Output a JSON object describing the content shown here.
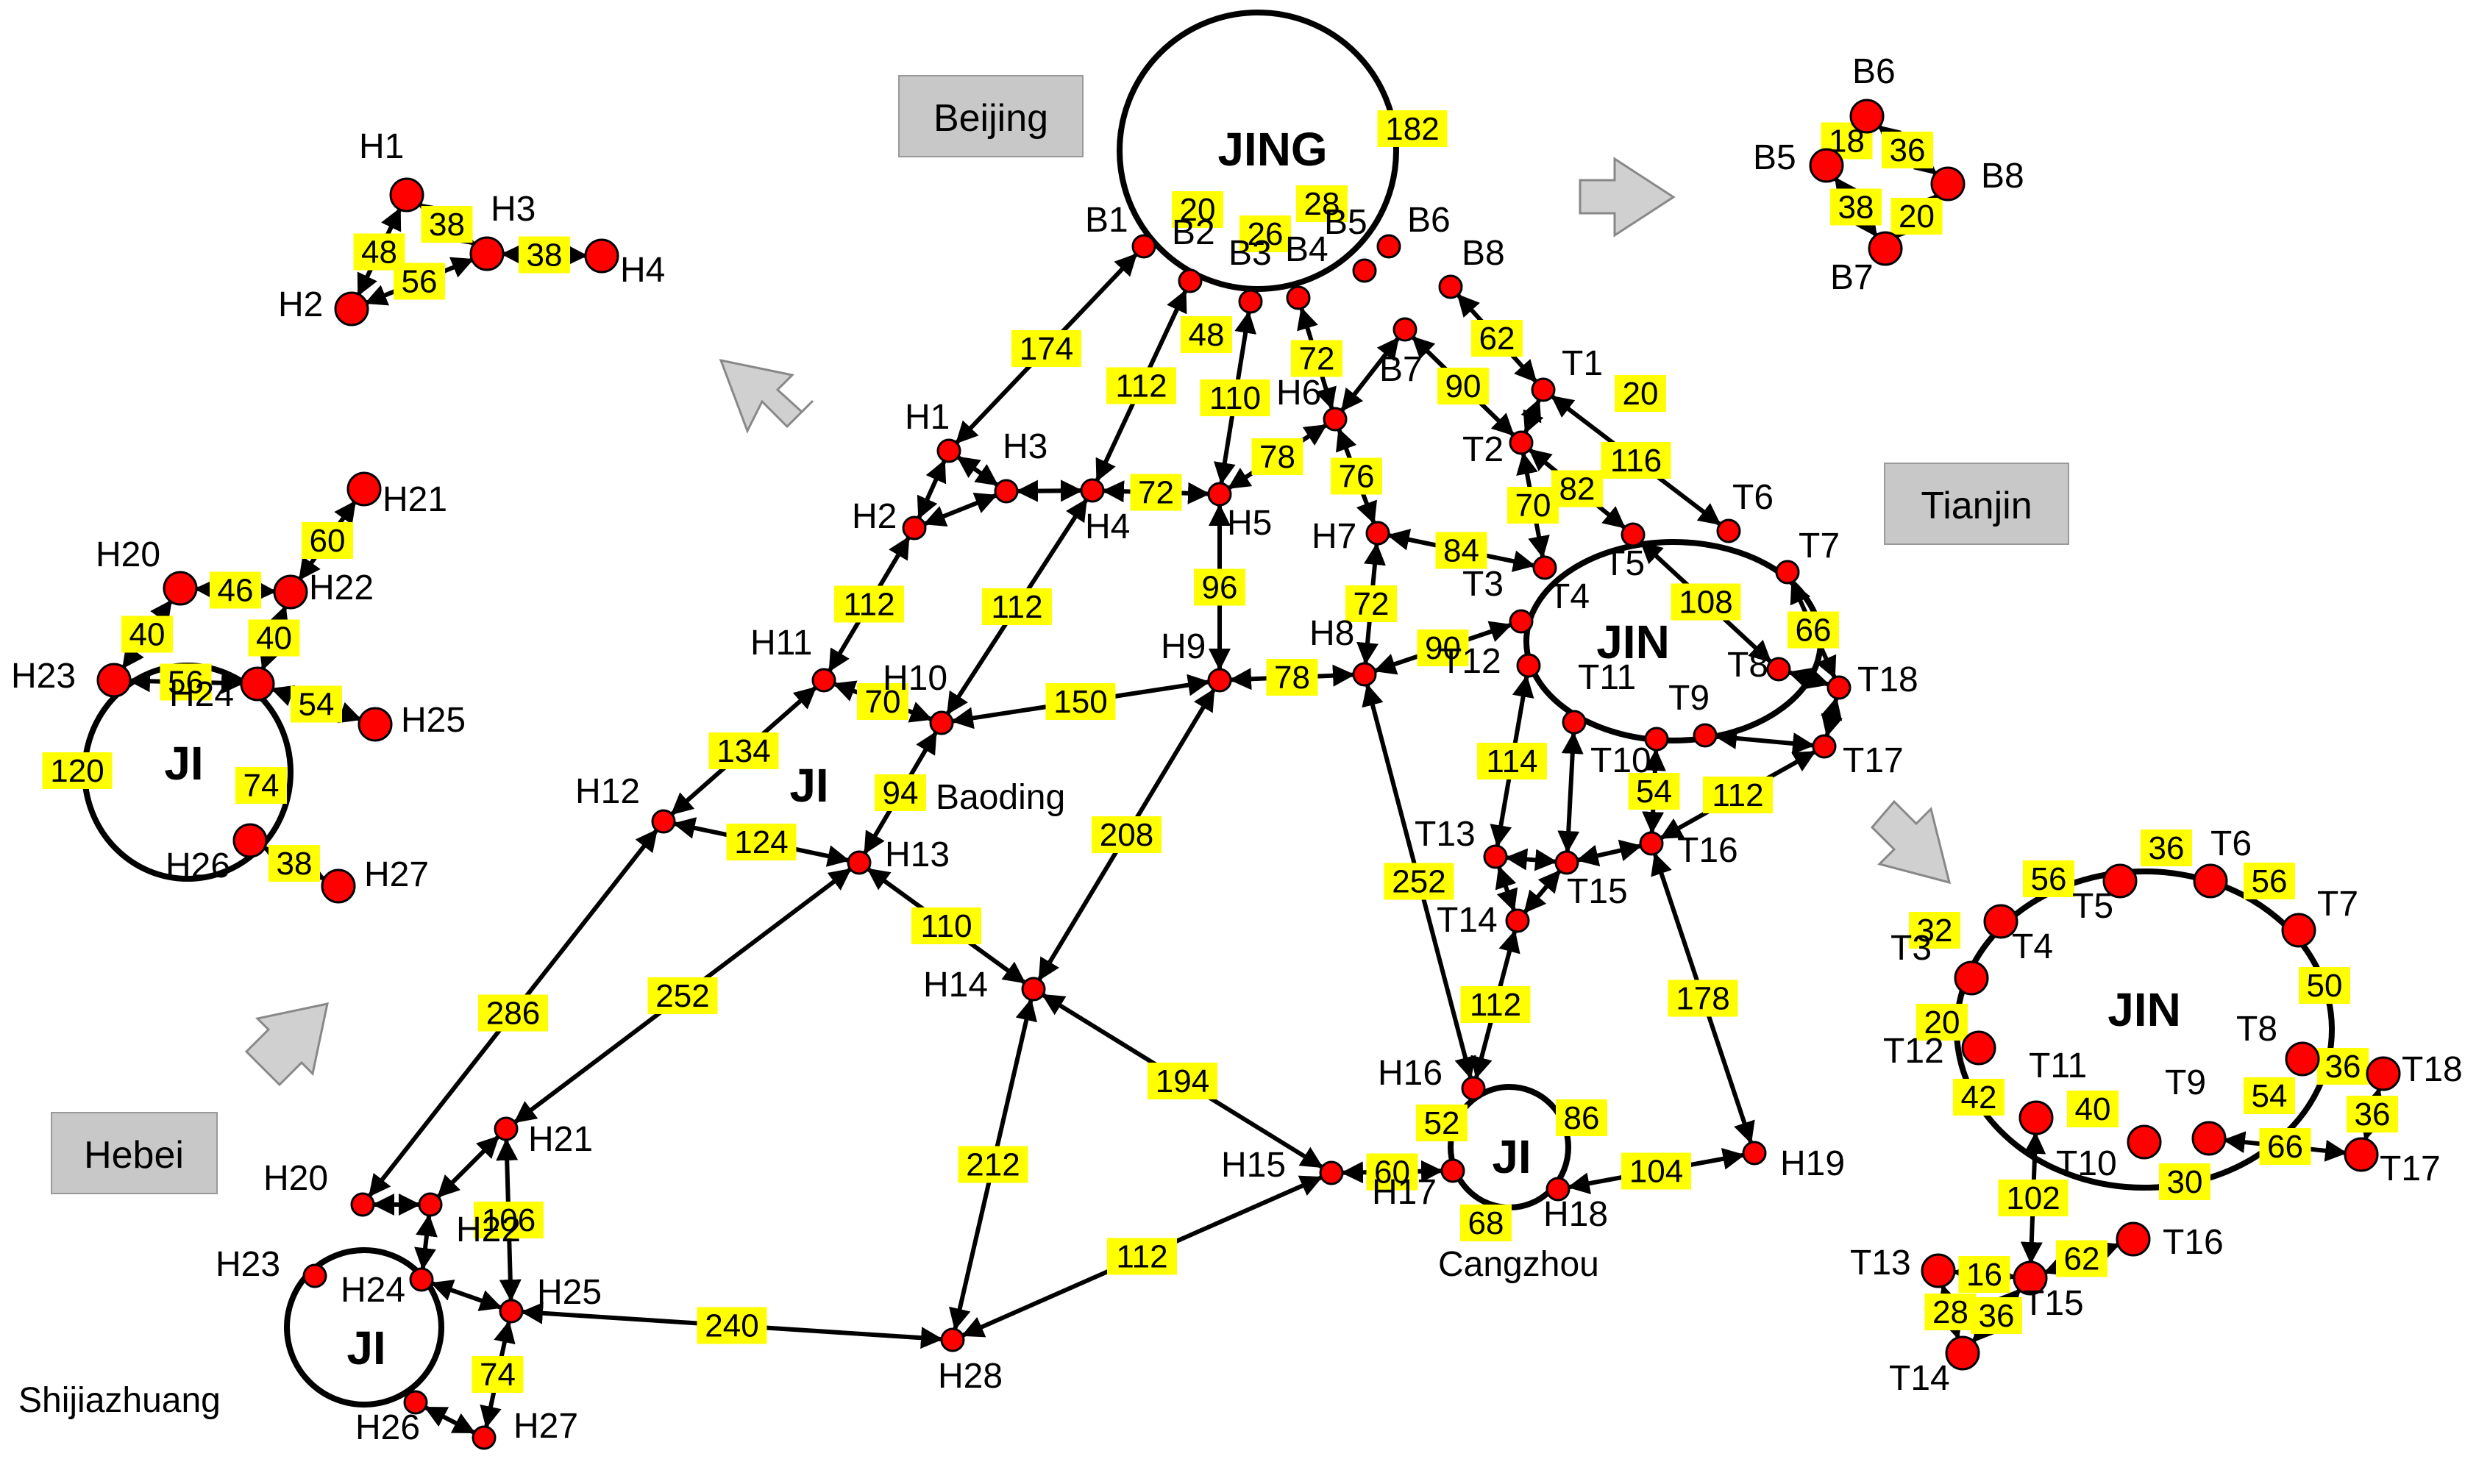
{
  "colors": {
    "node_fill": "#ff0000",
    "node_stroke": "#000000",
    "label_bg": "#ffff00",
    "region_box": "#c8c8c8",
    "arrow_fill": "#d0d0d0",
    "edge": "#000000"
  },
  "regions": [
    {
      "id": "beijing",
      "text": "Beijing"
    },
    {
      "id": "tianjin",
      "text": "Tianjin"
    },
    {
      "id": "hebei",
      "text": "Hebei"
    }
  ],
  "circle_labels": [
    {
      "id": "jing",
      "text": "JING"
    },
    {
      "id": "jin_main",
      "text": "JIN"
    },
    {
      "id": "ji_baoding",
      "text": "JI"
    },
    {
      "id": "ji_cangzhou",
      "text": "JI"
    },
    {
      "id": "ji_sjz",
      "text": "JI"
    },
    {
      "id": "ji_inset",
      "text": "JI"
    },
    {
      "id": "jin_inset",
      "text": "JIN"
    }
  ],
  "places": [
    {
      "id": "baoding",
      "text": "Baoding"
    },
    {
      "id": "cangzhou",
      "text": "Cangzhou"
    },
    {
      "id": "shijiazhuang",
      "text": "Shijiazhuang"
    }
  ],
  "nodes": [
    {
      "id": "B1",
      "label": "B1"
    },
    {
      "id": "B2",
      "label": "B2"
    },
    {
      "id": "B3",
      "label": "B3"
    },
    {
      "id": "B4",
      "label": "B4"
    },
    {
      "id": "B5",
      "label": "B5"
    },
    {
      "id": "B6",
      "label": "B6"
    },
    {
      "id": "B7",
      "label": "B7"
    },
    {
      "id": "B8",
      "label": "B8"
    },
    {
      "id": "H1",
      "label": "H1"
    },
    {
      "id": "H2",
      "label": "H2"
    },
    {
      "id": "H3",
      "label": "H3"
    },
    {
      "id": "H4",
      "label": "H4"
    },
    {
      "id": "H5",
      "label": "H5"
    },
    {
      "id": "H6",
      "label": "H6"
    },
    {
      "id": "H7",
      "label": "H7"
    },
    {
      "id": "H8",
      "label": "H8"
    },
    {
      "id": "H9",
      "label": "H9"
    },
    {
      "id": "H10",
      "label": "H10"
    },
    {
      "id": "H11",
      "label": "H11"
    },
    {
      "id": "H12",
      "label": "H12"
    },
    {
      "id": "H13",
      "label": "H13"
    },
    {
      "id": "H14",
      "label": "H14"
    },
    {
      "id": "H15",
      "label": "H15"
    },
    {
      "id": "H16",
      "label": "H16"
    },
    {
      "id": "H17",
      "label": "H17"
    },
    {
      "id": "H18",
      "label": "H18"
    },
    {
      "id": "H19",
      "label": "H19"
    },
    {
      "id": "H20",
      "label": "H20"
    },
    {
      "id": "H21",
      "label": "H21"
    },
    {
      "id": "H22",
      "label": "H22"
    },
    {
      "id": "H23",
      "label": "H23"
    },
    {
      "id": "H24",
      "label": "H24"
    },
    {
      "id": "H25",
      "label": "H25"
    },
    {
      "id": "H26",
      "label": "H26"
    },
    {
      "id": "H27",
      "label": "H27"
    },
    {
      "id": "H28",
      "label": "H28"
    },
    {
      "id": "T1",
      "label": "T1"
    },
    {
      "id": "T2",
      "label": "T2"
    },
    {
      "id": "T3",
      "label": "T3"
    },
    {
      "id": "T4",
      "label": "T4"
    },
    {
      "id": "T5",
      "label": "T5"
    },
    {
      "id": "T6",
      "label": "T6"
    },
    {
      "id": "T7",
      "label": "T7"
    },
    {
      "id": "T8",
      "label": "T8"
    },
    {
      "id": "T9",
      "label": "T9"
    },
    {
      "id": "T10",
      "label": "T10"
    },
    {
      "id": "T11",
      "label": "T11"
    },
    {
      "id": "T12",
      "label": "T12"
    },
    {
      "id": "T13",
      "label": "T13"
    },
    {
      "id": "T14",
      "label": "T14"
    },
    {
      "id": "T15",
      "label": "T15"
    },
    {
      "id": "T16",
      "label": "T16"
    },
    {
      "id": "T17",
      "label": "T17"
    },
    {
      "id": "T18",
      "label": "T18"
    },
    {
      "id": "iB5",
      "label": "B5"
    },
    {
      "id": "iB6",
      "label": "B6"
    },
    {
      "id": "iB7",
      "label": "B7"
    },
    {
      "id": "iB8",
      "label": "B8"
    },
    {
      "id": "iH1",
      "label": "H1"
    },
    {
      "id": "iH2",
      "label": "H2"
    },
    {
      "id": "iH3",
      "label": "H3"
    },
    {
      "id": "iH4",
      "label": "H4"
    },
    {
      "id": "iH20",
      "label": "H20"
    },
    {
      "id": "iH21",
      "label": "H21"
    },
    {
      "id": "iH22",
      "label": "H22"
    },
    {
      "id": "iH23",
      "label": "H23"
    },
    {
      "id": "iH24",
      "label": "H24"
    },
    {
      "id": "iH25",
      "label": "H25"
    },
    {
      "id": "iH26",
      "label": "H26"
    },
    {
      "id": "iH27",
      "label": "H27"
    },
    {
      "id": "iT3",
      "label": "T3"
    },
    {
      "id": "iT4",
      "label": "T4"
    },
    {
      "id": "iT5",
      "label": "T5"
    },
    {
      "id": "iT6",
      "label": "T6"
    },
    {
      "id": "iT7",
      "label": "T7"
    },
    {
      "id": "iT8",
      "label": "T8"
    },
    {
      "id": "iT9",
      "label": "T9"
    },
    {
      "id": "iT10",
      "label": "T10"
    },
    {
      "id": "iT11",
      "label": "T11"
    },
    {
      "id": "iT12",
      "label": "T12"
    },
    {
      "id": "iT13",
      "label": "T13"
    },
    {
      "id": "iT14",
      "label": "T14"
    },
    {
      "id": "iT15",
      "label": "T15"
    },
    {
      "id": "iT16",
      "label": "T16"
    },
    {
      "id": "iT17",
      "label": "T17"
    },
    {
      "id": "iT18",
      "label": "T18"
    }
  ],
  "edges": [
    {
      "from": "B1",
      "to": "H1",
      "weight": "174"
    },
    {
      "from": "B2",
      "to": "H4",
      "weight": "112"
    },
    {
      "from": "B3",
      "to": "H5",
      "weight": "110"
    },
    {
      "from": "B4",
      "to": "H6",
      "weight": "72"
    },
    {
      "from": "B7",
      "to": "H6",
      "weight": ""
    },
    {
      "from": "B8",
      "to": "T1",
      "weight": "62"
    },
    {
      "from": "B7",
      "to": "T2",
      "weight": "90"
    },
    {
      "from": "T1",
      "to": "T2",
      "weight": ""
    },
    {
      "from": "T1",
      "to": "T6",
      "weight": "116"
    },
    {
      "from": "T2",
      "to": "T4",
      "weight": "70"
    },
    {
      "from": "T2",
      "to": "T5",
      "weight": "82"
    },
    {
      "from": "H1",
      "to": "H2",
      "weight": ""
    },
    {
      "from": "H1",
      "to": "H3",
      "weight": ""
    },
    {
      "from": "H2",
      "to": "H3",
      "weight": ""
    },
    {
      "from": "H3",
      "to": "H4",
      "weight": ""
    },
    {
      "from": "H4",
      "to": "H5",
      "weight": "72"
    },
    {
      "from": "H5",
      "to": "H6",
      "weight": "78"
    },
    {
      "from": "H6",
      "to": "H7",
      "weight": "76"
    },
    {
      "from": "H7",
      "to": "T4",
      "weight": "84"
    },
    {
      "from": "H7",
      "to": "H8",
      "weight": "72"
    },
    {
      "from": "H8",
      "to": "T3",
      "weight": "90"
    },
    {
      "from": "H5",
      "to": "H9",
      "weight": "96"
    },
    {
      "from": "H9",
      "to": "H8",
      "weight": "78"
    },
    {
      "from": "H2",
      "to": "H11",
      "weight": "112"
    },
    {
      "from": "H4",
      "to": "H10",
      "weight": "112"
    },
    {
      "from": "H11",
      "to": "H10",
      "weight": "70"
    },
    {
      "from": "H10",
      "to": "H9",
      "weight": "150"
    },
    {
      "from": "H11",
      "to": "H12",
      "weight": "134"
    },
    {
      "from": "H10",
      "to": "H13",
      "weight": "94"
    },
    {
      "from": "H12",
      "to": "H13",
      "weight": "124"
    },
    {
      "from": "H13",
      "to": "H14",
      "weight": "110"
    },
    {
      "from": "H9",
      "to": "H14",
      "weight": "208"
    },
    {
      "from": "H8",
      "to": "H16",
      "weight": "252"
    },
    {
      "from": "H12",
      "to": "H20",
      "weight": "286"
    },
    {
      "from": "H13",
      "to": "H21",
      "weight": "252"
    },
    {
      "from": "H14",
      "to": "H15",
      "weight": "194"
    },
    {
      "from": "H14",
      "to": "H28",
      "weight": "212"
    },
    {
      "from": "H28",
      "to": "H15",
      "weight": "112"
    },
    {
      "from": "H25",
      "to": "H28",
      "weight": "240"
    },
    {
      "from": "H15",
      "to": "H17",
      "weight": "60"
    },
    {
      "from": "H18",
      "to": "H19",
      "weight": "104"
    },
    {
      "from": "H16",
      "to": "T14",
      "weight": "112"
    },
    {
      "from": "T12",
      "to": "T13",
      "weight": "114"
    },
    {
      "from": "T11",
      "to": "T15",
      "weight": ""
    },
    {
      "from": "T13",
      "to": "T14",
      "weight": ""
    },
    {
      "from": "T13",
      "to": "T15",
      "weight": ""
    },
    {
      "from": "T14",
      "to": "T15",
      "weight": ""
    },
    {
      "from": "T15",
      "to": "T16",
      "weight": ""
    },
    {
      "from": "T10",
      "to": "T16",
      "weight": "54"
    },
    {
      "from": "T16",
      "to": "T17",
      "weight": "112"
    },
    {
      "from": "T16",
      "to": "H19",
      "weight": "178"
    },
    {
      "from": "T5",
      "to": "T8",
      "weight": "108"
    },
    {
      "from": "T9",
      "to": "T17",
      "weight": ""
    },
    {
      "from": "T8",
      "to": "T18",
      "weight": ""
    },
    {
      "from": "T7",
      "to": "T18",
      "weight": "66"
    },
    {
      "from": "T18",
      "to": "T17",
      "weight": ""
    },
    {
      "from": "H20",
      "to": "H22",
      "weight": ""
    },
    {
      "from": "H22",
      "to": "H21",
      "weight": ""
    },
    {
      "from": "H21",
      "to": "H25",
      "weight": "106"
    },
    {
      "from": "H24",
      "to": "H22",
      "weight": ""
    },
    {
      "from": "H24",
      "to": "H25",
      "weight": ""
    },
    {
      "from": "H25",
      "to": "H27",
      "weight": "74"
    },
    {
      "from": "H26",
      "to": "H27",
      "weight": ""
    },
    {
      "from": "iH1",
      "to": "iH2",
      "weight": "48"
    },
    {
      "from": "iH1",
      "to": "iH3",
      "weight": "38"
    },
    {
      "from": "iH2",
      "to": "iH3",
      "weight": "56"
    },
    {
      "from": "iH3",
      "to": "iH4",
      "weight": "38"
    },
    {
      "from": "iB6",
      "to": "iB5",
      "weight": "18"
    },
    {
      "from": "iB6",
      "to": "iB8",
      "weight": "36"
    },
    {
      "from": "iB5",
      "to": "iB7",
      "weight": "38"
    },
    {
      "from": "iB7",
      "to": "iB8",
      "weight": "20"
    },
    {
      "from": "iH22",
      "to": "iH21",
      "weight": "60"
    },
    {
      "from": "iH20",
      "to": "iH22",
      "weight": "46"
    },
    {
      "from": "iH20",
      "to": "iH23",
      "weight": "40"
    },
    {
      "from": "iH22",
      "to": "iH24",
      "weight": "40"
    },
    {
      "from": "iH23",
      "to": "iH24",
      "weight": "56"
    },
    {
      "from": "iH24",
      "to": "iH25",
      "weight": "54"
    },
    {
      "from": "iH26",
      "to": "iH27",
      "weight": "38"
    },
    {
      "from": "iT8",
      "to": "iT18",
      "weight": "36"
    },
    {
      "from": "iT18",
      "to": "iT17",
      "weight": "36"
    },
    {
      "from": "iT9",
      "to": "iT17",
      "weight": "66"
    },
    {
      "from": "iT11",
      "to": "iT15",
      "weight": "102"
    },
    {
      "from": "iT13",
      "to": "iT15",
      "weight": "16"
    },
    {
      "from": "iT13",
      "to": "iT14",
      "weight": "28"
    },
    {
      "from": "iT14",
      "to": "iT15",
      "weight": "36"
    },
    {
      "from": "iT15",
      "to": "iT16",
      "weight": "62"
    }
  ],
  "loop_labels": [
    {
      "id": "B1B2",
      "text": "20"
    },
    {
      "id": "B2B3",
      "text": "48"
    },
    {
      "id": "B3B4",
      "text": "26"
    },
    {
      "id": "B4B5",
      "text": "28"
    },
    {
      "id": "B5B6",
      "text": "182"
    },
    {
      "id": "B8T1",
      "text": "20"
    },
    {
      "id": "H16H17",
      "text": "52"
    },
    {
      "id": "H16H18",
      "text": "86"
    },
    {
      "id": "H17H18",
      "text": "68"
    },
    {
      "id": "H23H26",
      "text": "120"
    },
    {
      "id": "H24H26",
      "text": "74"
    },
    {
      "id": "iT3T4",
      "text": "32"
    },
    {
      "id": "iT4T5",
      "text": "56"
    },
    {
      "id": "iT5T6",
      "text": "36"
    },
    {
      "id": "iT6T7",
      "text": "56"
    },
    {
      "id": "iT7T8",
      "text": "50"
    },
    {
      "id": "iT3T12",
      "text": "20"
    },
    {
      "id": "iT12T11",
      "text": "42"
    },
    {
      "id": "iT11T10",
      "text": "40"
    },
    {
      "id": "iT10T9",
      "text": "30"
    },
    {
      "id": "iT9T8",
      "text": "54"
    }
  ]
}
